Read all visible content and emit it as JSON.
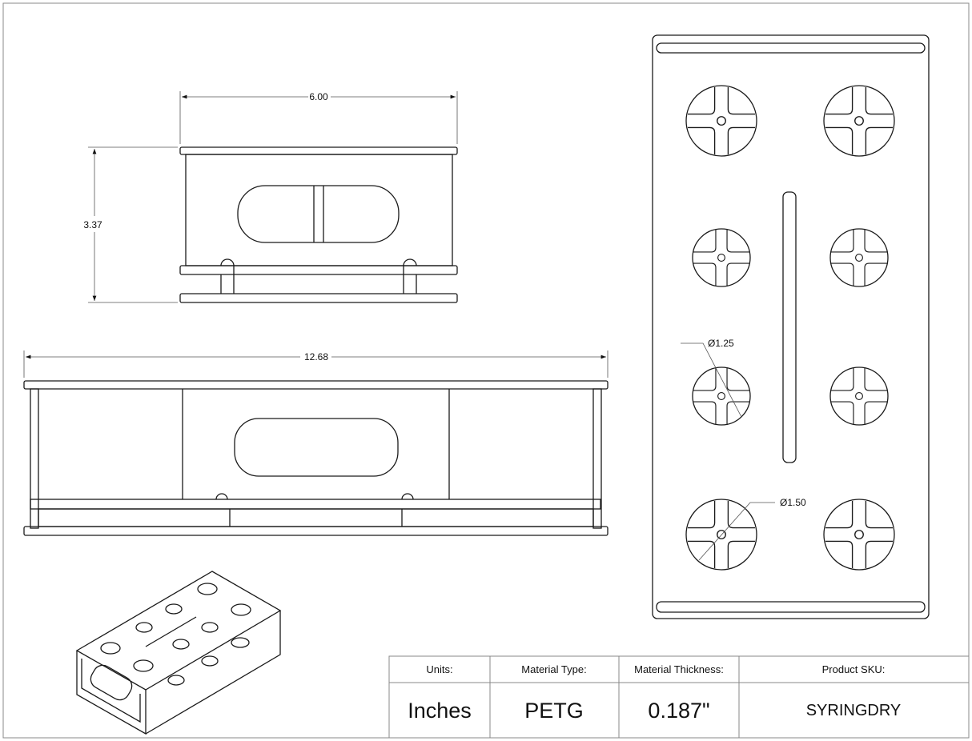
{
  "dimensions": {
    "width_front": "6.00",
    "height_front": "3.37",
    "length_side": "12.68",
    "hole_small_dia": "Ø1.25",
    "hole_large_dia": "Ø1.50"
  },
  "title_block": {
    "headers": [
      "Units:",
      "Material Type:",
      "Material Thickness:",
      "Product SKU:"
    ],
    "values": [
      "Inches",
      "PETG",
      "0.187\"",
      "SYRINGDRY"
    ]
  }
}
